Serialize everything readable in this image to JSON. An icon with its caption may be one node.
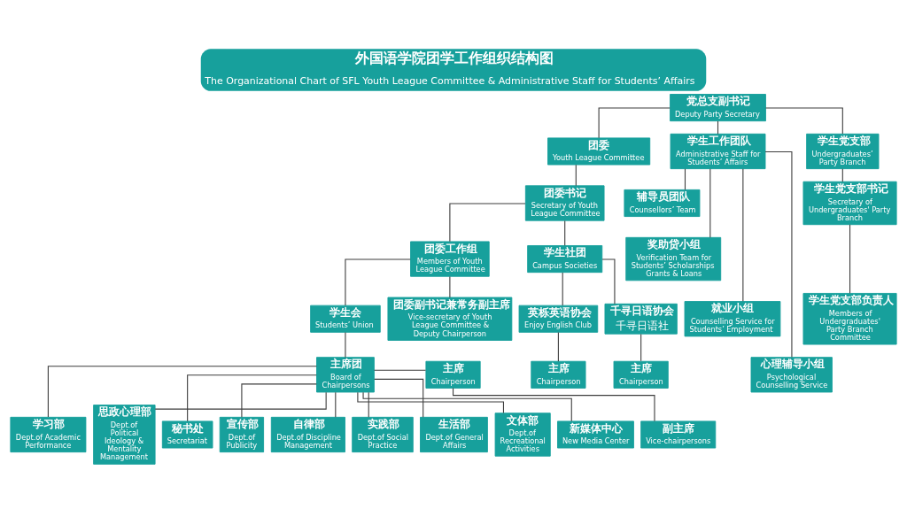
{
  "diagram": {
    "title": "外国语学院团学工作组织结构图 The Organizational Chart of SFL Youth League Committee & Administrative Staff for Students’ Affairs",
    "nodes": [
      {
        "text": [
          "党总支副书记",
          "Deputy Party Secretary"
        ]
      },
      {
        "text": [
          "团委",
          "Youth League Committee"
        ]
      },
      {
        "text": [
          "学生工作团队",
          "Administrative Staff for Students’ Affairs"
        ]
      },
      {
        "text": [
          "学生党支部",
          "Undergraduates’ Party Branch"
        ]
      },
      {
        "text": [
          "团委书记",
          "Secretary of Youth League Committee"
        ]
      },
      {
        "text": [
          "辅导员团队",
          "Counsellors’ Team"
        ]
      },
      {
        "text": [
          "奖助贷小组",
          "Verification Team for Students’ Scholarships Grants & Loans"
        ]
      },
      {
        "text": [
          "就业小组",
          "Counselling Service for Students’ Employment"
        ]
      },
      {
        "text": [
          "心理辅导小组",
          "Psychological Counselling Service"
        ]
      },
      {
        "text": [
          "学生党支部书记",
          "Secretary of Undergraduates' Party Branch"
        ]
      },
      {
        "text": [
          "团委工作组",
          "Members of Youth League Committee"
        ]
      },
      {
        "text": [
          "学生社团",
          "Campus Societies"
        ]
      },
      {
        "text": [
          "英栎英语协会",
          "Enjoy English Club"
        ]
      },
      {
        "text": [
          "千寻日语协会",
          "千寻日语社"
        ]
      },
      {
        "text": [
          "主席",
          "Chairperson"
        ]
      },
      {
        "text": [
          "主席",
          "Chairperson"
        ]
      },
      {
        "text": [
          "学生会",
          "Students’ Union"
        ]
      },
      {
        "text": [
          "团委副书记兼常务副主席",
          "Vice-secretary of Youth League Committee & Deputy Chairperson"
        ]
      },
      {
        "text": [
          "学生党支部负责人",
          "Members of Undergraduates' Party Branch Committee"
        ]
      },
      {
        "text": [
          "主席团",
          "Board of Chairpersons"
        ]
      },
      {
        "text": [
          "主席",
          "Chairperson"
        ]
      },
      {
        "text": [
          "副主席",
          "Vice-chairpersons"
        ]
      },
      {
        "text": [
          "学习部",
          "Dept.of Academic Performance"
        ]
      },
      {
        "text": [
          "思政心理部",
          "Dept.of Political Ideology & Mentality Management"
        ]
      },
      {
        "text": [
          "秘书处",
          "Secretariat"
        ]
      },
      {
        "text": [
          "宣传部",
          "Dept.of Publicity"
        ]
      },
      {
        "text": [
          "自律部",
          "Dept.of Discipline Management"
        ]
      },
      {
        "text": [
          "实践部",
          "Dept.of Social Practice"
        ]
      },
      {
        "text": [
          "生活部",
          "Dept.of General Affairs"
        ]
      },
      {
        "text": [
          "文体部",
          "Dept.of Recreational Activities"
        ]
      },
      {
        "text": [
          "新媒体中心",
          "New Media Center"
        ]
      }
    ],
    "edges": [
      {
        "from": 0,
        "to": 1,
        "arrow": "none"
      },
      {
        "from": 0,
        "to": 2,
        "arrow": "none"
      },
      {
        "from": 0,
        "to": 3,
        "arrow": "none"
      },
      {
        "from": 1,
        "to": 4,
        "arrow": "none"
      },
      {
        "from": 2,
        "to": 5,
        "arrow": "none"
      },
      {
        "from": 2,
        "to": 6,
        "arrow": "none"
      },
      {
        "from": 2,
        "to": 7,
        "arrow": "none"
      },
      {
        "from": 2,
        "to": 8,
        "arrow": "none"
      },
      {
        "from": 3,
        "to": 9,
        "arrow": "none"
      },
      {
        "from": 4,
        "to": 11,
        "arrow": "none"
      },
      {
        "from": 4,
        "to": 10,
        "arrow": "none"
      },
      {
        "from": 11,
        "to": 12,
        "arrow": "none"
      },
      {
        "from": 11,
        "to": 13,
        "arrow": "none"
      },
      {
        "from": 12,
        "to": 14,
        "arrow": "none"
      },
      {
        "from": 13,
        "to": 15,
        "arrow": "none"
      },
      {
        "from": 10,
        "to": 16,
        "arrow": "none"
      },
      {
        "from": 10,
        "to": 17,
        "arrow": "none"
      },
      {
        "from": 9,
        "to": 18,
        "arrow": "none"
      },
      {
        "from": 16,
        "to": 19,
        "arrow": "none"
      },
      {
        "from": 19,
        "to": 20,
        "arrow": "none"
      },
      {
        "from": 20,
        "to": 21,
        "arrow": "none"
      },
      {
        "from": 19,
        "to": 22,
        "arrow": "none"
      },
      {
        "from": 19,
        "to": 23,
        "arrow": "none"
      },
      {
        "from": 19,
        "to": 24,
        "arrow": "none"
      },
      {
        "from": 19,
        "to": 25,
        "arrow": "none"
      },
      {
        "from": 19,
        "to": 26,
        "arrow": "none"
      },
      {
        "from": 19,
        "to": 27,
        "arrow": "none"
      },
      {
        "from": 19,
        "to": 28,
        "arrow": "none"
      },
      {
        "from": 19,
        "to": 29,
        "arrow": "none"
      },
      {
        "from": 19,
        "to": 30,
        "arrow": "none"
      }
    ]
  }
}
